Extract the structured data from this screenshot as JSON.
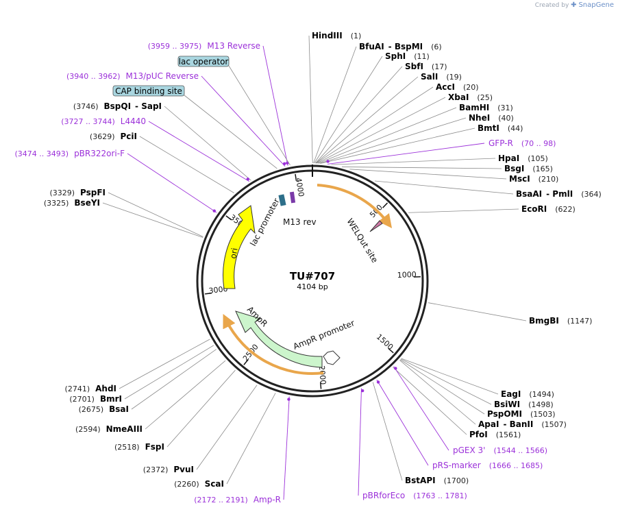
{
  "credit": {
    "prefix": "Created by",
    "brand": "SnapGene"
  },
  "plasmid": {
    "name": "TU#707",
    "size_label": "4104 bp",
    "length": 4104
  },
  "ticks": [
    {
      "pos": 500,
      "label": "500"
    },
    {
      "pos": 1000,
      "label": "1000"
    },
    {
      "pos": 1500,
      "label": "1500"
    },
    {
      "pos": 2000,
      "label": "2000"
    },
    {
      "pos": 2500,
      "label": "2500"
    },
    {
      "pos": 3000,
      "label": "3000"
    },
    {
      "pos": 3500,
      "label": "3500"
    },
    {
      "pos": 4000,
      "label": "4000"
    }
  ],
  "sites": [
    {
      "name": "HindIII",
      "pos": "(1)",
      "at": 1
    },
    {
      "name": "BfuAI",
      "name2": "BspMI",
      "pos": "(6)",
      "at": 6
    },
    {
      "name": "SphI",
      "pos": "(11)",
      "at": 11
    },
    {
      "name": "SbfI",
      "pos": "(17)",
      "at": 17
    },
    {
      "name": "SalI",
      "pos": "(19)",
      "at": 19
    },
    {
      "name": "AccI",
      "pos": "(20)",
      "at": 20
    },
    {
      "name": "XbaI",
      "pos": "(25)",
      "at": 25
    },
    {
      "name": "BamHI",
      "pos": "(31)",
      "at": 31
    },
    {
      "name": "NheI",
      "pos": "(40)",
      "at": 40
    },
    {
      "name": "BmtI",
      "pos": "(44)",
      "at": 44
    },
    {
      "name": "HpaI",
      "pos": "(105)",
      "at": 105
    },
    {
      "name": "BsgI",
      "pos": "(165)",
      "at": 165
    },
    {
      "name": "MscI",
      "pos": "(210)",
      "at": 210
    },
    {
      "name": "BsaAI",
      "name2": "PmlI",
      "pos": "(364)",
      "at": 364
    },
    {
      "name": "EcoRI",
      "pos": "(622)",
      "at": 622
    },
    {
      "name": "BmgBI",
      "pos": "(1147)",
      "at": 1147
    },
    {
      "name": "EagI",
      "pos": "(1494)",
      "at": 1494
    },
    {
      "name": "BsiWI",
      "pos": "(1498)",
      "at": 1498
    },
    {
      "name": "PspOMI",
      "pos": "(1503)",
      "at": 1503
    },
    {
      "name": "ApaI",
      "name2": "BanII",
      "pos": "(1507)",
      "at": 1507
    },
    {
      "name": "PfoI",
      "pos": "(1561)",
      "at": 1561
    },
    {
      "name": "BstAPI",
      "pos": "(1700)",
      "at": 1700
    },
    {
      "name": "ScaI",
      "pos": "(2260)",
      "at": 2260
    },
    {
      "name": "PvuI",
      "pos": "(2372)",
      "at": 2372
    },
    {
      "name": "FspI",
      "pos": "(2518)",
      "at": 2518
    },
    {
      "name": "NmeAIII",
      "pos": "(2594)",
      "at": 2594
    },
    {
      "name": "BsaI",
      "pos": "(2675)",
      "at": 2675
    },
    {
      "name": "BmrI",
      "pos": "(2701)",
      "at": 2701
    },
    {
      "name": "AhdI",
      "pos": "(2741)",
      "at": 2741
    },
    {
      "name": "BseYI",
      "pos": "(3325)",
      "at": 3325
    },
    {
      "name": "PspFI",
      "pos": "(3329)",
      "at": 3329
    },
    {
      "name": "PciI",
      "pos": "(3629)",
      "at": 3629
    },
    {
      "name": "BspQI",
      "name2": "SapI",
      "pos": "(3746)",
      "at": 3746
    }
  ],
  "primers": [
    {
      "name": "GFP-R",
      "range": "(70 .. 98)",
      "at": 84
    },
    {
      "name": "pGEX 3'",
      "range": "(1544 .. 1566)",
      "at": 1555
    },
    {
      "name": "pRS-marker",
      "range": "(1666 .. 1685)",
      "at": 1675
    },
    {
      "name": "pBRforEco",
      "range": "(1763 .. 1781)",
      "at": 1772
    },
    {
      "name": "Amp-R",
      "range": "(2172 .. 2191)",
      "at": 2181
    },
    {
      "name": "pBR322ori-F",
      "range": "(3474 .. 3493)",
      "at": 3483
    },
    {
      "name": "L4440",
      "range": "(3727 .. 3744)",
      "at": 3735
    },
    {
      "name": "M13/pUC Reverse",
      "range": "(3940 .. 3962)",
      "at": 3951
    },
    {
      "name": "M13 Reverse",
      "range": "(3959 .. 3975)",
      "at": 3967
    }
  ],
  "boxed_features": [
    {
      "name": "lac operator",
      "at": 3980
    },
    {
      "name": "CAP binding site",
      "at": 3905
    }
  ],
  "features": [
    {
      "name": "WELQut site",
      "kind": "site"
    },
    {
      "name": "ori",
      "kind": "rep_origin",
      "color": "#ffff00"
    },
    {
      "name": "AmpR",
      "kind": "CDS",
      "color": "#ccf5cc"
    },
    {
      "name": "AmpR promoter",
      "kind": "promoter",
      "color": "#ffffff"
    },
    {
      "name": "lac promoter",
      "kind": "promoter"
    },
    {
      "name": "M13 rev",
      "kind": "primer_bind"
    }
  ],
  "colors": {
    "primer": "#9b30d9",
    "box_fill": "#a9d6e0",
    "orf": "#e9a64b",
    "backbone": "#222222"
  }
}
